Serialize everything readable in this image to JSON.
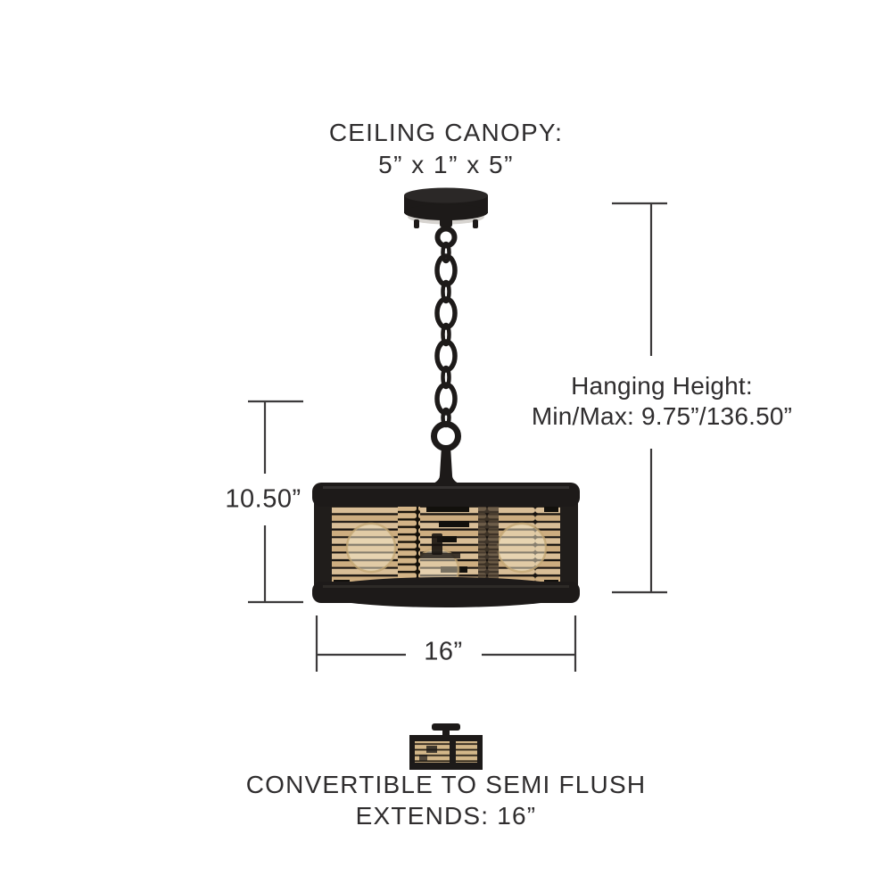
{
  "annotations": {
    "ceiling_canopy": {
      "label": "CEILING CANOPY:",
      "value": "5” x 1” x 5”"
    },
    "hanging_height": {
      "label": "Hanging Height:",
      "value": "Min/Max: 9.75”/136.50”"
    },
    "fixture_height": {
      "value": "10.50”"
    },
    "fixture_width": {
      "value": "16”"
    },
    "semi_flush": {
      "line1": "CONVERTIBLE TO SEMI FLUSH",
      "line2": "EXTENDS: 16”"
    }
  },
  "colors": {
    "background": "#ffffff",
    "text": "#2f2d2e",
    "dimension_line": "#3c3a3b",
    "fixture_metal": "#1d1a19",
    "rattan_light": "#d9be97",
    "rattan_dark": "#cdad80",
    "canopy_underside": "#d7d4d0"
  }
}
